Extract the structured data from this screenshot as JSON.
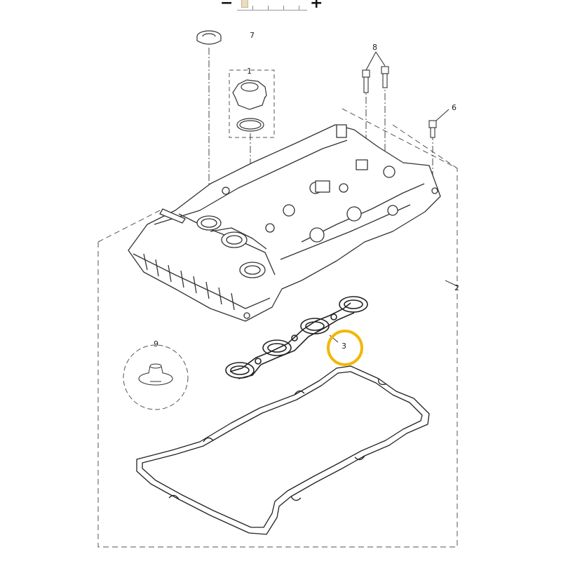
{
  "zoom": {
    "minus_label": "−",
    "plus_label": "+"
  },
  "callouts": {
    "c1": "1",
    "c2": "2",
    "c3": "3",
    "c6": "6",
    "c7": "7",
    "c8": "8",
    "c9": "9"
  },
  "colors": {
    "line": "#333333",
    "dash": "#555555",
    "highlight": "#f2b705"
  },
  "highlight": {
    "target_callout": "3"
  }
}
